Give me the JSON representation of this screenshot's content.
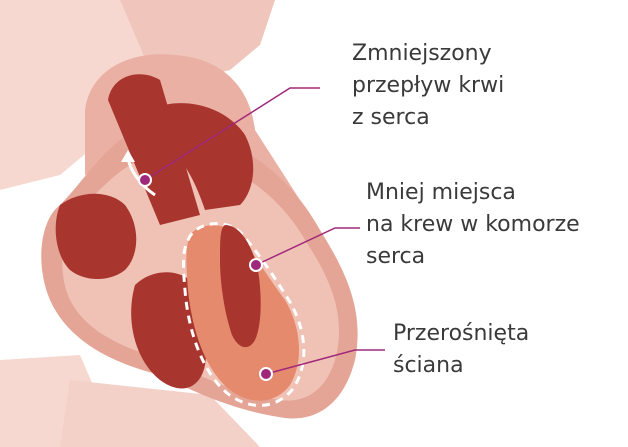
{
  "annotations": {
    "reduced_flow": [
      "Zmniejszony",
      "przepływ krwi",
      "z serca"
    ],
    "less_space": [
      "Mniej miejsca",
      "na krew w komorze",
      "serca"
    ],
    "thickened_wall": [
      "Przerośnięta",
      "ściana"
    ]
  },
  "colors": {
    "leader_line": "#a0287a",
    "tissue_light": "#f3ccc4",
    "tissue_mid": "#e4a596",
    "chamber": "#a8352e",
    "thick_wall": "#e68a6e"
  }
}
